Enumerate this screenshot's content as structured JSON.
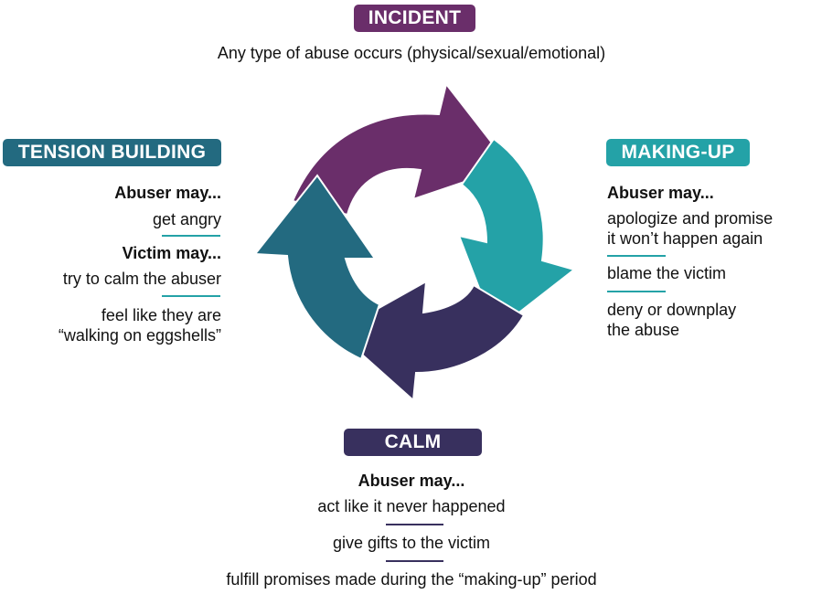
{
  "colors": {
    "incident": "#6a2e6a",
    "tension": "#236a80",
    "making_up": "#24a2a7",
    "calm": "#38305e"
  },
  "incident": {
    "label": "INCIDENT",
    "description": "Any type of abuse occurs (physical/sexual/emotional)"
  },
  "tension": {
    "label": "TENSION BUILDING",
    "abuser_heading": "Abuser may...",
    "abuser_items": [
      "get angry"
    ],
    "victim_heading": "Victim may...",
    "victim_items": [
      "try to calm the abuser",
      "feel like they are",
      "“walking on eggshells”"
    ]
  },
  "making_up": {
    "label": "MAKING-UP",
    "abuser_heading": "Abuser may...",
    "items": [
      "apologize and promise",
      "it won’t happen again",
      "blame the victim",
      "deny or downplay",
      "the abuse"
    ]
  },
  "calm": {
    "label": "CALM",
    "abuser_heading": "Abuser may...",
    "items": [
      "act like it never happened",
      "give gifts to the victim",
      "fulfill promises made during the “making-up” period"
    ]
  }
}
